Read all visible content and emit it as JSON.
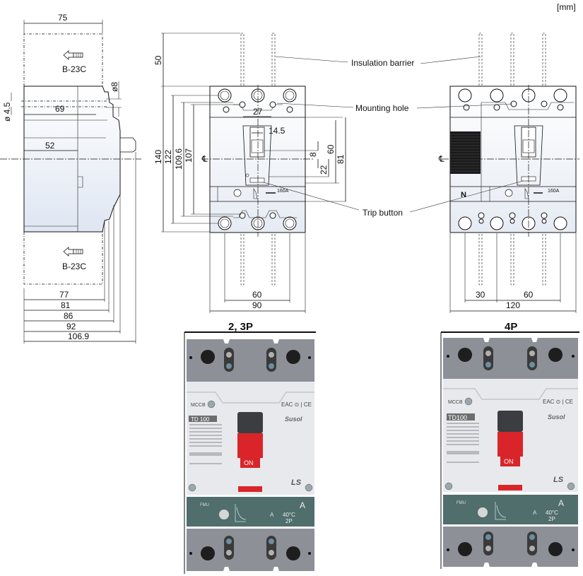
{
  "unit_label": "[mm]",
  "side_view": {
    "top_accessory_label": "B-23C",
    "bottom_accessory_label": "B-23C",
    "dims": {
      "width_top": "75",
      "dia_8": "ø8",
      "dia_4_5": "ø 4.5",
      "d69": "69",
      "d52": "52",
      "d77": "77",
      "d81": "81",
      "d86": "86",
      "d92": "92",
      "d106_9": "106.9"
    }
  },
  "front_view_3p": {
    "centerline": "℄",
    "dims": {
      "d50": "50",
      "d140": "140",
      "d122": "122",
      "d109_6": "109.6",
      "d107": "107",
      "d27": "27",
      "d14_5": "14.5",
      "d8": "8",
      "d22": "22",
      "d60v": "60",
      "d81": "81",
      "d60h": "60",
      "d90": "90"
    },
    "label_rating": "160A"
  },
  "front_view_4p": {
    "centerline": "℄",
    "neutral_label": "N",
    "dims": {
      "d30": "30",
      "d60": "60",
      "d120": "120"
    },
    "label_rating": "160A"
  },
  "callouts": {
    "insulation_barrier": "Insulation barrier",
    "mounting_hole": "Mounting hole",
    "trip_button": "Trip button"
  },
  "photos": [
    {
      "title": "2, 3P",
      "mccb": "MCCB",
      "model": "TD 100",
      "brand": "Susol",
      "logo": "LS",
      "on_label": "ON",
      "unit_label": "FMU",
      "amp": "A",
      "temp": "40°C",
      "poles": "2P",
      "ce": "EAC ⊙ | CE"
    },
    {
      "title": "4P",
      "mccb": "MCCB",
      "model": "TD100",
      "brand": "Susol",
      "logo": "LS",
      "on_label": "ON",
      "unit_label": "FMU",
      "amp": "A",
      "temp": "40°C",
      "poles": "2P",
      "ce": "EAC ⊙ | CE"
    }
  ],
  "colors": {
    "trip_unit": "#4f6e6c",
    "terminal_grey": "#8d9096",
    "on_red": "#d9252a",
    "handle": "#3b3d40"
  }
}
